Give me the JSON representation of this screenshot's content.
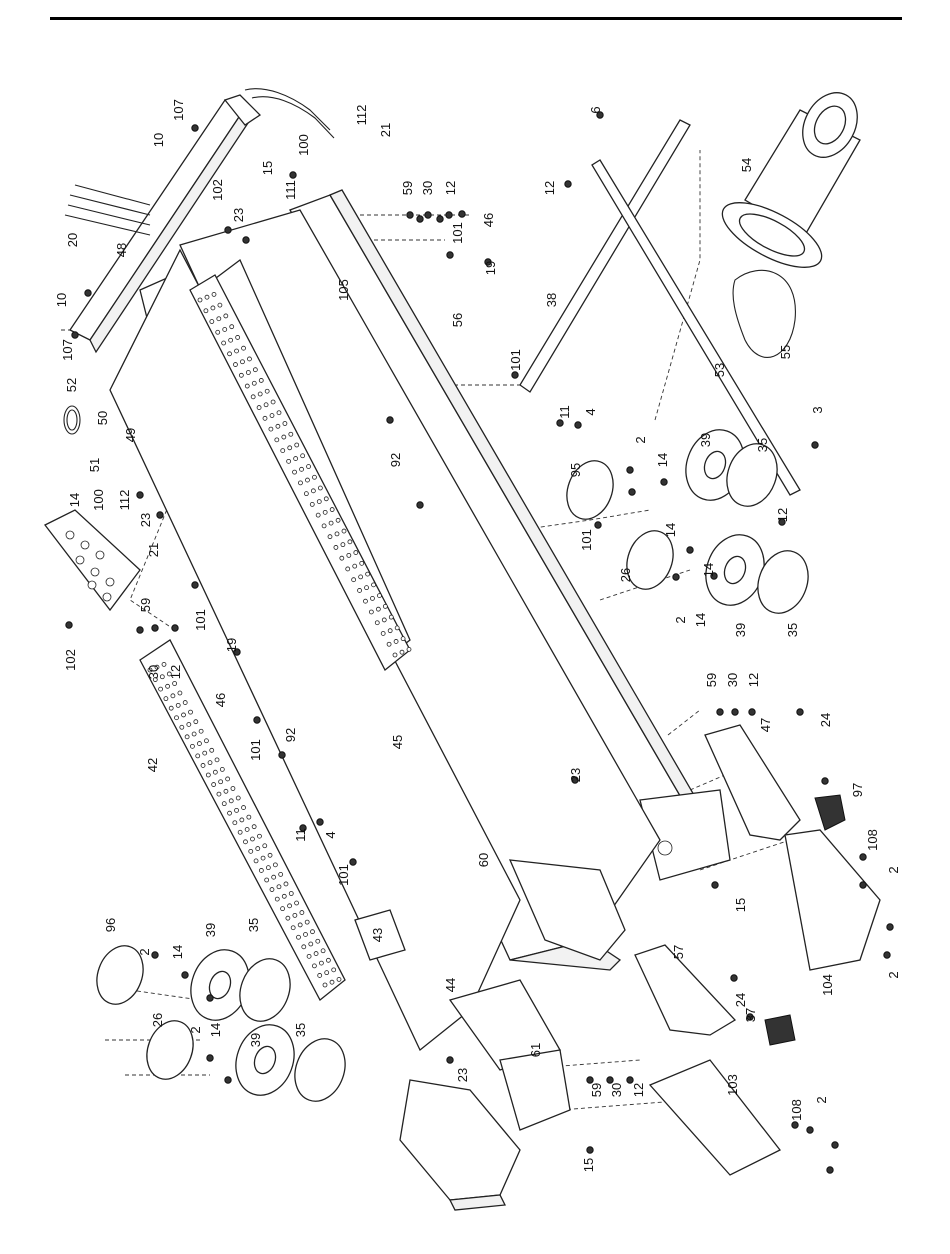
{
  "callouts": [
    {
      "id": "c107a",
      "text": "107"
    },
    {
      "id": "c10a",
      "text": "10"
    },
    {
      "id": "c20",
      "text": "20"
    },
    {
      "id": "c48",
      "text": "48"
    },
    {
      "id": "c10b",
      "text": "10"
    },
    {
      "id": "c107b",
      "text": "107"
    },
    {
      "id": "c102a",
      "text": "102"
    },
    {
      "id": "c15a",
      "text": "15"
    },
    {
      "id": "c111",
      "text": "111"
    },
    {
      "id": "c100a",
      "text": "100"
    },
    {
      "id": "c112a",
      "text": "112"
    },
    {
      "id": "c21a",
      "text": "21"
    },
    {
      "id": "c23a",
      "text": "23"
    },
    {
      "id": "c59a",
      "text": "59"
    },
    {
      "id": "c30a",
      "text": "30"
    },
    {
      "id": "c12a",
      "text": "12"
    },
    {
      "id": "c101a",
      "text": "101"
    },
    {
      "id": "c46a",
      "text": "46"
    },
    {
      "id": "c19a",
      "text": "19"
    },
    {
      "id": "c105",
      "text": "105"
    },
    {
      "id": "c56",
      "text": "56"
    },
    {
      "id": "c6",
      "text": "6"
    },
    {
      "id": "c12b",
      "text": "12"
    },
    {
      "id": "c54",
      "text": "54"
    },
    {
      "id": "c38",
      "text": "38"
    },
    {
      "id": "c53",
      "text": "53"
    },
    {
      "id": "c55",
      "text": "55"
    },
    {
      "id": "c52",
      "text": "52"
    },
    {
      "id": "c50",
      "text": "50"
    },
    {
      "id": "c49",
      "text": "49"
    },
    {
      "id": "c51",
      "text": "51"
    },
    {
      "id": "c14a",
      "text": "14"
    },
    {
      "id": "c100b",
      "text": "100"
    },
    {
      "id": "c112b",
      "text": "112"
    },
    {
      "id": "c23b",
      "text": "23"
    },
    {
      "id": "c21b",
      "text": "21"
    },
    {
      "id": "c101b",
      "text": "101"
    },
    {
      "id": "c11a",
      "text": "11"
    },
    {
      "id": "c4a",
      "text": "4"
    },
    {
      "id": "c92a",
      "text": "92"
    },
    {
      "id": "c95",
      "text": "95"
    },
    {
      "id": "c2a",
      "text": "2"
    },
    {
      "id": "c14b",
      "text": "14"
    },
    {
      "id": "c39a",
      "text": "39"
    },
    {
      "id": "c35a",
      "text": "35"
    },
    {
      "id": "c3",
      "text": "3"
    },
    {
      "id": "c14c",
      "text": "14"
    },
    {
      "id": "c12c",
      "text": "12"
    },
    {
      "id": "c101c",
      "text": "101"
    },
    {
      "id": "c26a",
      "text": "26"
    },
    {
      "id": "c14d",
      "text": "14"
    },
    {
      "id": "c2b",
      "text": "2"
    },
    {
      "id": "c14e",
      "text": "14"
    },
    {
      "id": "c39b",
      "text": "39"
    },
    {
      "id": "c35b",
      "text": "35"
    },
    {
      "id": "c102b",
      "text": "102"
    },
    {
      "id": "c59b",
      "text": "59"
    },
    {
      "id": "c30b",
      "text": "30"
    },
    {
      "id": "c12d",
      "text": "12"
    },
    {
      "id": "c101d",
      "text": "101"
    },
    {
      "id": "c19b",
      "text": "19"
    },
    {
      "id": "c46b",
      "text": "46"
    },
    {
      "id": "c92b",
      "text": "92"
    },
    {
      "id": "c101e",
      "text": "101"
    },
    {
      "id": "c45",
      "text": "45"
    },
    {
      "id": "c42",
      "text": "42"
    },
    {
      "id": "c11b",
      "text": "11"
    },
    {
      "id": "c4b",
      "text": "4"
    },
    {
      "id": "c101f",
      "text": "101"
    },
    {
      "id": "c59c",
      "text": "59"
    },
    {
      "id": "c30c",
      "text": "30"
    },
    {
      "id": "c12e",
      "text": "12"
    },
    {
      "id": "c24a",
      "text": "24"
    },
    {
      "id": "c47",
      "text": "47"
    },
    {
      "id": "c23c",
      "text": "23"
    },
    {
      "id": "c97",
      "text": "97"
    },
    {
      "id": "c60",
      "text": "60"
    },
    {
      "id": "c108a",
      "text": "108"
    },
    {
      "id": "c2c",
      "text": "2"
    },
    {
      "id": "c15b",
      "text": "15"
    },
    {
      "id": "c104",
      "text": "104"
    },
    {
      "id": "c2d",
      "text": "2"
    },
    {
      "id": "c43",
      "text": "43"
    },
    {
      "id": "c44",
      "text": "44"
    },
    {
      "id": "c96",
      "text": "96"
    },
    {
      "id": "c2e",
      "text": "2"
    },
    {
      "id": "c14f",
      "text": "14"
    },
    {
      "id": "c39c",
      "text": "39"
    },
    {
      "id": "c35c",
      "text": "35"
    },
    {
      "id": "c26b",
      "text": "26"
    },
    {
      "id": "c2f",
      "text": "2"
    },
    {
      "id": "c14g",
      "text": "14"
    },
    {
      "id": "c39d",
      "text": "39"
    },
    {
      "id": "c35d",
      "text": "35"
    },
    {
      "id": "c57",
      "text": "57"
    },
    {
      "id": "c24b",
      "text": "24"
    },
    {
      "id": "c37",
      "text": "37"
    },
    {
      "id": "c23d",
      "text": "23"
    },
    {
      "id": "c61",
      "text": "61"
    },
    {
      "id": "c59d",
      "text": "59"
    },
    {
      "id": "c30d",
      "text": "30"
    },
    {
      "id": "c12f",
      "text": "12"
    },
    {
      "id": "c103",
      "text": "103"
    },
    {
      "id": "c108b",
      "text": "108"
    },
    {
      "id": "c2g",
      "text": "2"
    },
    {
      "id": "c15c",
      "text": "15"
    }
  ]
}
